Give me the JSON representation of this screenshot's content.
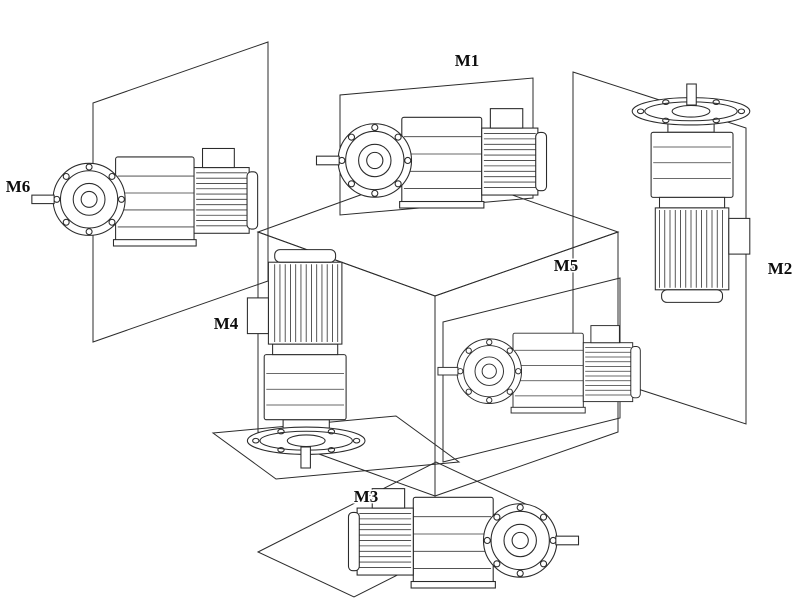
{
  "labels": {
    "m1": "M1",
    "m2": "M2",
    "m3": "M3",
    "m4": "M4",
    "m5": "M5",
    "m6": "M6"
  }
}
